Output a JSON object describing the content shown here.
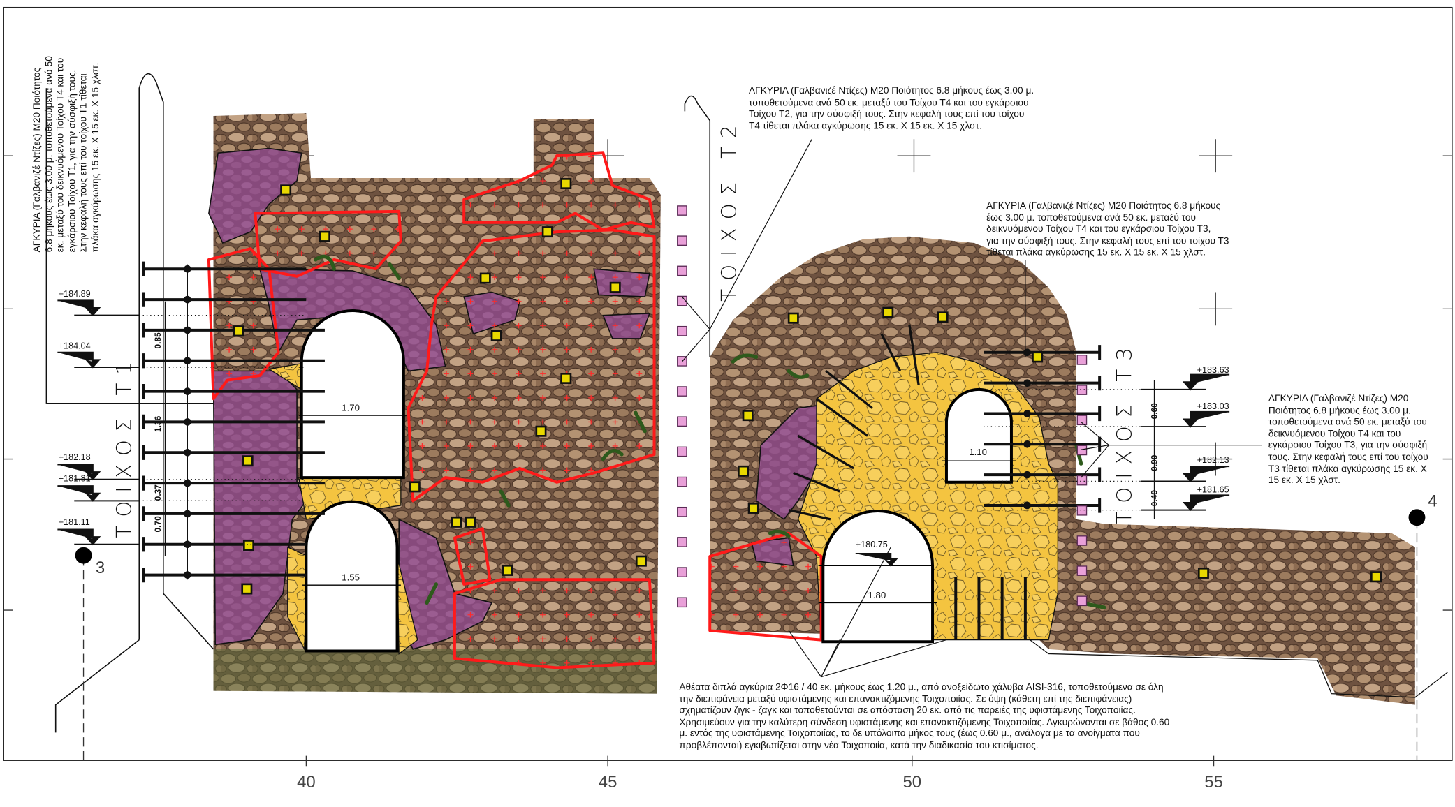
{
  "notes": {
    "t1_anchors": [
      "ΑΓΚΥΡΙΑ (Γαλβανιζέ Ντίζες) Μ20 Ποιότητος",
      "6.8 μήκους έως 3.00 μ. τοποθετούμενα ανά 50",
      "εκ.  μεταξύ του δεικνυόμενου Τοίχου Τ4 και του",
      "εγκάρσιου Τοίχου Τ1, για την σύσφιξή τους.",
      "Στην κεφαλή τους επί του τοίχου Τ1 τίθεται",
      "πλάκα αγκύρωσης 15  εκ. Χ 15 εκ. Χ 15 χλστ."
    ],
    "t2_anchors": [
      "ΑΓΚΥΡΙΑ (Γαλβανιζέ Ντίζες) Μ20 Ποιότητος 6.8 μήκους έως 3.00 μ.",
      "τοποθετούμενα ανά 50 εκ.  μεταξύ του Τοίχου Τ4 και του εγκάρσιου",
      "Τοίχου Τ2, για την σύσφιξή τους. Στην κεφαλή τους επί του τοίχου",
      "Τ4 τίθεται πλάκα αγκύρωσης 15  εκ. Χ 15 εκ. Χ 15 χλστ."
    ],
    "t3_anchors": [
      "ΑΓΚΥΡΙΑ (Γαλβανιζέ Ντίζες) Μ20 Ποιότητος 6.8 μήκους",
      "έως 3.00 μ. τοποθετούμενα ανά 50 εκ.  μεταξύ του",
      "δεικνυόμενου Τοίχου Τ4  και του εγκάρσιου Τοίχου Τ3,",
      "για την σύσφιξή τους. Στην κεφαλή τους επί του τοίχου Τ3",
      "τίθεται πλάκα αγκύρωσης 15  εκ. Χ 15 εκ. Χ 15 χλστ."
    ],
    "t3_anchors_right": [
      "ΑΓΚΥΡΙΑ (Γαλβανιζέ Ντίζες) Μ20",
      "Ποιότητος 6.8 μήκους έως 3.00 μ.",
      "τοποθετούμενα ανά 50 εκ.  μεταξύ του",
      "δεικνυόμενου Τοίχου Τ4  και του",
      "εγκάρσιου Τοίχου Τ3, για την σύσφιξή",
      "τους. Στην κεφαλή τους επί του τοίχου",
      "Τ3 τίθεται πλάκα αγκύρωσης 15  εκ. Χ",
      "15 εκ. Χ 15 χλστ."
    ],
    "interface_anchors": [
      "Αθέατα διπλά αγκύρια 2Φ16 / 40 εκ. μήκους έως 1.20 μ., από ανοξείδωτο χάλυβα AISI-316, τοποθετούμενα σε όλη",
      "την διεπιφάνεια μεταξύ υφιστάμενης και επανακτιζόμενης Τοιχοποιίας. Σε όψη (κάθετη επί της διεπιφάνειας)",
      "σχηματίζουν ζιγκ - ζαγκ και τοποθετούνται σε απόσταση 20 εκ. από τις παρειές της υφιστάμενης Τοιχοποιίας.",
      "Χρησιμεύουν για την καλύτερη σύνδεση υφιστάμενης και επανακτιζόμενης Τοιχοποιίας. Αγκυρώνονται σε βάθος 0.60",
      "μ. εντός της υφιστάμενης Τοιχοποιίας, το δε υπόλοιπο μήκος τους (έως 0.60 μ., ανάλογα με τα ανοίγματα που",
      "προβλέπονται) εγκιβωτίζεται στην νέα Τοιχοποιία, κατά την διαδικασία του κτισίματος."
    ]
  },
  "wall_labels": {
    "t1": "ΤΟΙΧΟΣ Τ1",
    "t2": "ΤΟΙΧΟΣ Τ2",
    "t3": "ΤΟΙΧΟΣ Τ3"
  },
  "elevations": {
    "left": [
      "+184.89",
      "+184.04",
      "+182.18",
      "+181.81",
      "+181.11"
    ],
    "right": [
      "+183.63",
      "+183.03",
      "+182.13",
      "+181.65"
    ],
    "door": "+180.75"
  },
  "dimensions": {
    "left_vertical": [
      "0.85",
      "1.36",
      "0.37",
      "0.70"
    ],
    "right_vertical": [
      "0.60",
      "0.90",
      "0.49"
    ],
    "openings": {
      "upper_left": "1.70",
      "lower_left": "1.55",
      "upper_right": "1.10",
      "lower_right": "1.80"
    }
  },
  "grid_axis": [
    "40",
    "45",
    "50",
    "55"
  ],
  "points": [
    "3",
    "4"
  ],
  "colors": {
    "stone": "#7d5f47",
    "demolish_outline": "#ff1a1a",
    "purple_zone": "#874a7c",
    "rebuild_fill": "#f4c440",
    "vegetation": "#2e5a1c",
    "anchor_plate": "#e8d800",
    "pink_marker": "#e9a0d8"
  }
}
